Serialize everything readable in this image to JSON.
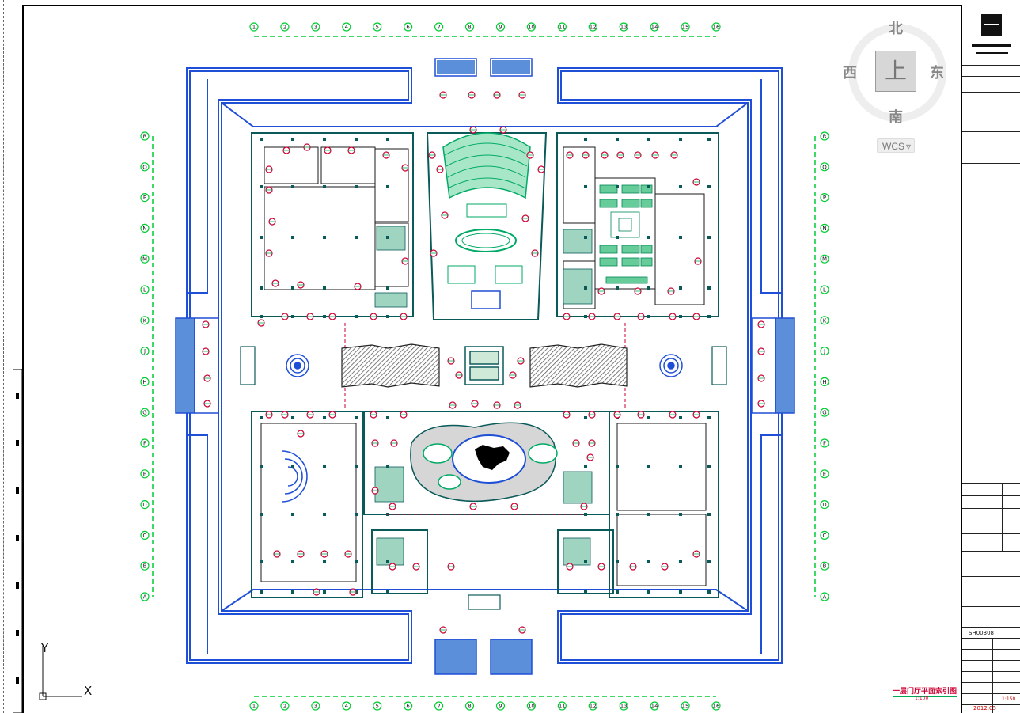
{
  "drawing": {
    "title": "一层门厅平面索引图",
    "scale_note": "1:100",
    "colors": {
      "background": "#ffffff",
      "wall": "#1f4fd6",
      "structure": "#0a5a5a",
      "axis_green": "#00cc33",
      "annotation_red": "#cc0033",
      "label_magenta": "#ff00cc",
      "hatch_gray": "#444444",
      "seat_green": "#00aa66"
    },
    "axes": {
      "columns": [
        "1",
        "2",
        "3",
        "4",
        "5",
        "6",
        "7",
        "8",
        "9",
        "10",
        "11",
        "12",
        "13",
        "14",
        "15",
        "16"
      ],
      "rows": [
        "R",
        "Q",
        "P",
        "N",
        "M",
        "L",
        "K",
        "J",
        "H",
        "G",
        "F",
        "E",
        "D",
        "C",
        "B",
        "A"
      ]
    }
  },
  "viewcube": {
    "face_label": "上",
    "north": "北",
    "south": "南",
    "east": "东",
    "west": "西"
  },
  "wcs_button": {
    "label": "WCS",
    "icon": "chevron-down-icon"
  },
  "ucs": {
    "x_label": "X",
    "y_label": "Y"
  },
  "title_block": {
    "drawing_code": "SH00308",
    "date": "2012.05",
    "scale": "1:150"
  }
}
